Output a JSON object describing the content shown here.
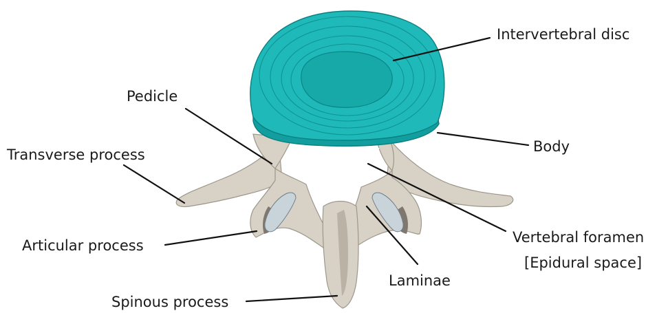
{
  "diagram": {
    "colors": {
      "disc": "#1fb9b9",
      "nucleus": "#17a8a8",
      "bone": "#d8d2c6",
      "leader_line": "#111111"
    },
    "labels": {
      "intervertebral_disc": "Intervertebral disc",
      "pedicle": "Pedicle",
      "body": "Body",
      "transverse_process": "Transverse process",
      "vertebral_foramen": "Vertebral foramen",
      "epidural_space": "[Epidural space]",
      "articular_process": "Articular process",
      "laminae": "Laminae",
      "spinous_process": "Spinous process"
    }
  }
}
